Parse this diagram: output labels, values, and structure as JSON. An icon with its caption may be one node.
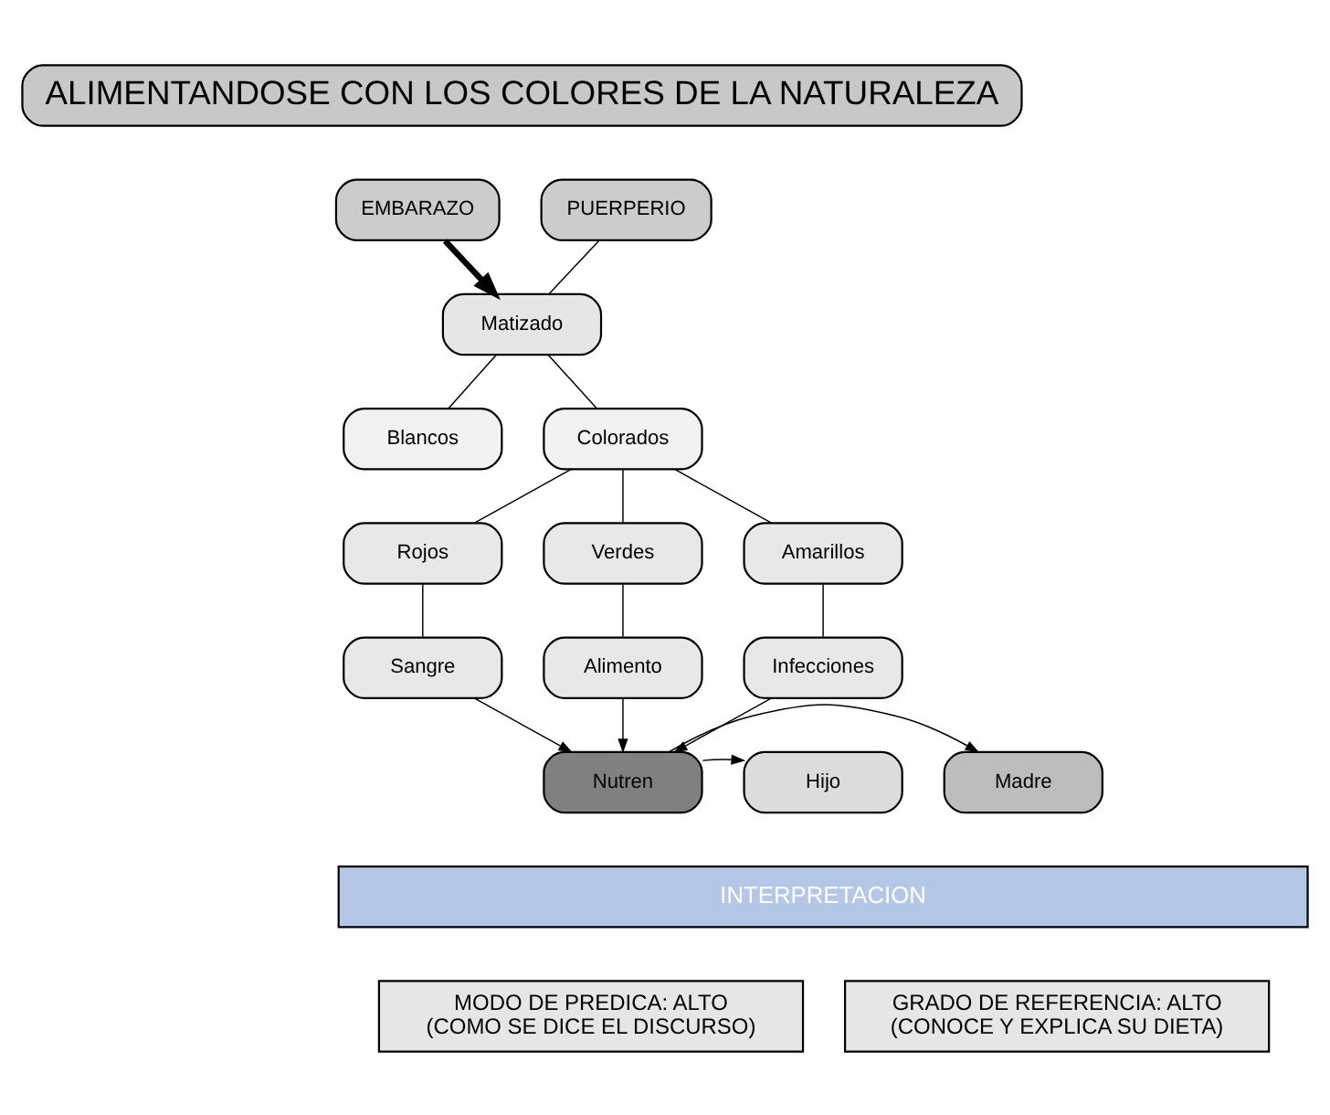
{
  "diagram": {
    "nodes": [
      {
        "text": [
          "ALIMENTANDOSE CON LOS COLORES DE LA NATURALEZA"
        ]
      },
      {
        "text": [
          "EMBARAZO"
        ]
      },
      {
        "text": [
          "PUERPERIO"
        ]
      },
      {
        "text": [
          "Matizado"
        ]
      },
      {
        "text": [
          "Blancos"
        ]
      },
      {
        "text": [
          "Colorados"
        ]
      },
      {
        "text": [
          "Rojos"
        ]
      },
      {
        "text": [
          "Verdes"
        ]
      },
      {
        "text": [
          "Amarillos"
        ]
      },
      {
        "text": [
          "Sangre"
        ]
      },
      {
        "text": [
          "Alimento"
        ]
      },
      {
        "text": [
          "Infecciones"
        ]
      },
      {
        "text": [
          "Nutren"
        ]
      },
      {
        "text": [
          "Madre"
        ]
      },
      {
        "text": [
          "Hijo"
        ]
      },
      {
        "text": [
          "INTERPRETACION"
        ]
      },
      {
        "text": [
          "MODO DE PREDICA: ALTO",
          "(COMO SE DICE EL DISCURSO)"
        ]
      },
      {
        "text": [
          "GRADO DE REFERENCIA: ALTO",
          "(CONOCE Y EXPLICA SU DIETA)"
        ]
      }
    ],
    "edges": [
      {
        "from": 1,
        "to": 3,
        "arrow": "to",
        "style": "thick"
      },
      {
        "from": 2,
        "to": 3,
        "arrow": "none"
      },
      {
        "from": 3,
        "to": 4,
        "arrow": "none"
      },
      {
        "from": 3,
        "to": 5,
        "arrow": "none"
      },
      {
        "from": 5,
        "to": 6,
        "arrow": "none"
      },
      {
        "from": 5,
        "to": 7,
        "arrow": "none"
      },
      {
        "from": 5,
        "to": 8,
        "arrow": "none"
      },
      {
        "from": 6,
        "to": 9,
        "arrow": "none"
      },
      {
        "from": 7,
        "to": 10,
        "arrow": "none"
      },
      {
        "from": 8,
        "to": 11,
        "arrow": "none"
      },
      {
        "from": 9,
        "to": 12,
        "arrow": "to"
      },
      {
        "from": 10,
        "to": 12,
        "arrow": "to"
      },
      {
        "from": 11,
        "to": 12,
        "arrow": "to"
      },
      {
        "from": 12,
        "to": 13,
        "arrow": "to"
      },
      {
        "from": 12,
        "to": 14,
        "arrow": "to"
      }
    ]
  }
}
